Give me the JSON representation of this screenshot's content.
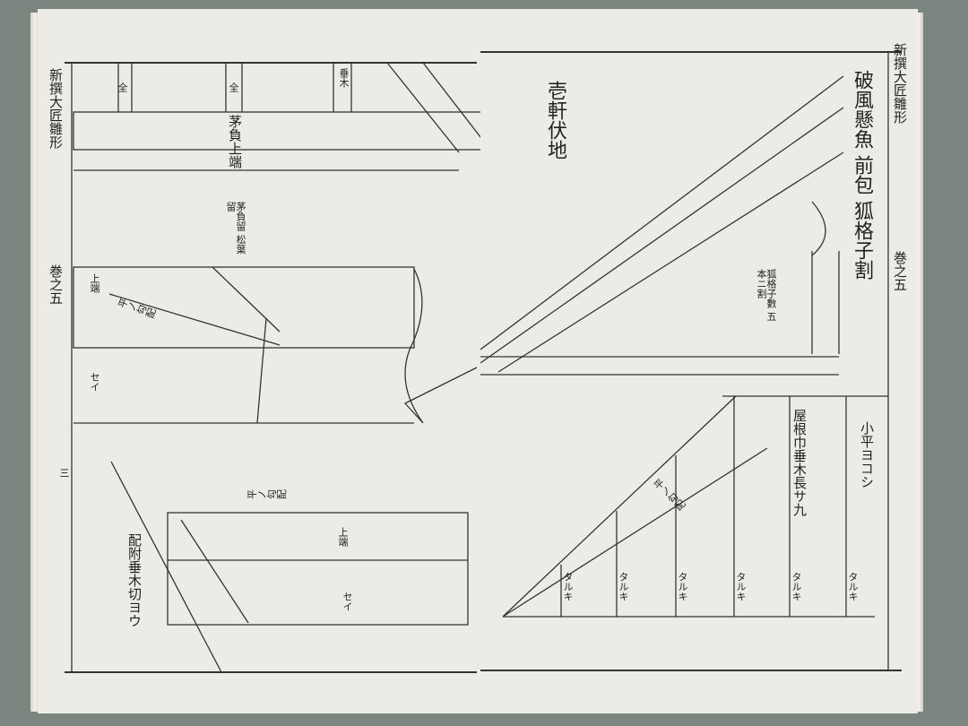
{
  "left_page": {
    "spine_title": "新撰大匠雛形",
    "volume": "巻之五",
    "labels": {
      "taruki": "垂木",
      "zen1": "全",
      "zen2": "全",
      "kayaoi_uwaba": "茅負上端",
      "kayaoi_dome": "茅負留 松葉留",
      "uwaba1": "上端",
      "hira_koubai1": "平ノ勾配",
      "sei1": "セイ",
      "hira_koubai2": "平ノ勾配",
      "uwaba2": "上端",
      "sei2": "セイ",
      "haitsuke": "配附垂木切ヨウ",
      "page_no": "三"
    }
  },
  "right_page": {
    "spine_title": "新撰大匠雛形",
    "volume": "巻之五",
    "title": "破風懸魚 前包 狐格子割",
    "subtitle": "壱軒伏地",
    "kitsune_note": "狐格子數 五本ニ割",
    "kohira": "小平ヨコシ",
    "yane": "屋根巾垂木長サ九",
    "taruki_labels": [
      "タルキ",
      "タルキ",
      "タルキ",
      "タルキ",
      "タルキ",
      "タルキ"
    ],
    "diag_label": "平ノ勾配"
  }
}
